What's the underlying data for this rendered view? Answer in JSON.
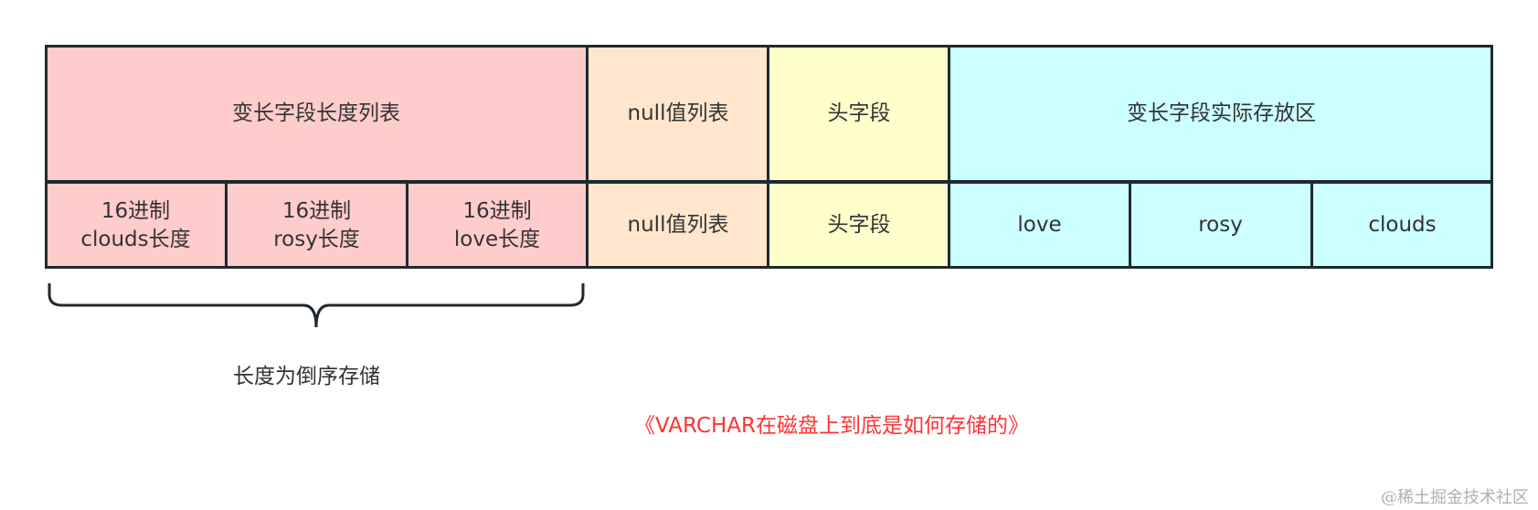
{
  "diagram": {
    "colors": {
      "length_list": "#ffcccc",
      "null_list": "#ffe6cc",
      "header": "#ffffcc",
      "storage": "#ccffff",
      "border": "#1f2a30",
      "text": "#333333",
      "title": "#ff3333"
    },
    "top_row": {
      "length_list": "变长字段长度列表",
      "null_list": "null值列表",
      "header": "头字段",
      "storage": "变长字段实际存放区"
    },
    "bottom_row": {
      "length_cells": [
        {
          "line1": "16进制",
          "line2": "clouds长度"
        },
        {
          "line1": "16进制",
          "line2": "rosy长度"
        },
        {
          "line1": "16进制",
          "line2": "love长度"
        }
      ],
      "null_list": "null值列表",
      "header": "头字段",
      "values": [
        "love",
        "rosy",
        "clouds"
      ]
    },
    "brace_label": "长度为倒序存储"
  },
  "caption": "《VARCHAR在磁盘上到底是如何存储的》",
  "watermark": "@稀土掘金技术社区"
}
